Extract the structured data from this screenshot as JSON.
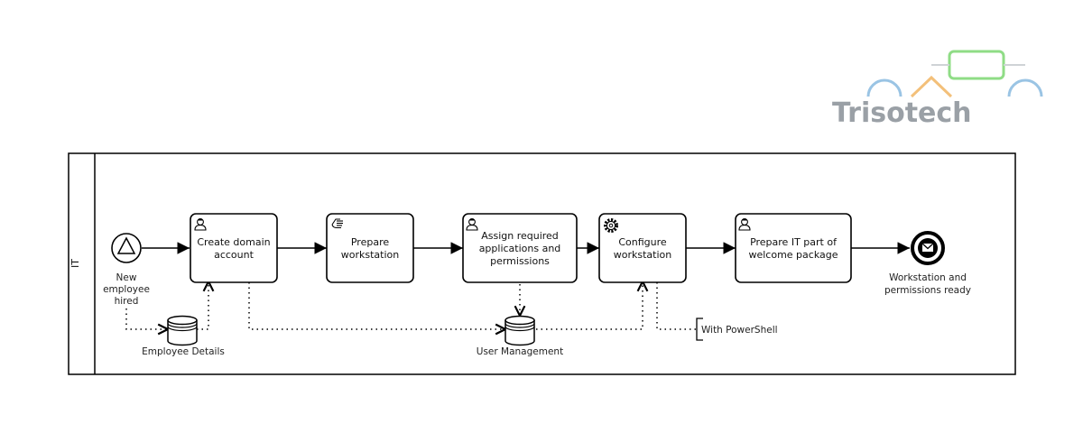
{
  "logo": {
    "text": "Trisotech",
    "colors": {
      "gray": "#9aa0a6",
      "blue": "#9ac4e4",
      "green": "#8fdc86",
      "orange": "#f3c07a"
    }
  },
  "pool": {
    "lane_label": "IT"
  },
  "events": {
    "start": {
      "label": [
        "New",
        "employee",
        "hired"
      ],
      "icon": "triangle-signal-icon"
    },
    "end": {
      "label": [
        "Workstation and",
        "permissions ready"
      ],
      "icon": "envelope-icon"
    }
  },
  "tasks": [
    {
      "id": "create-domain-account",
      "type": "user",
      "icon": "user-icon",
      "lines": [
        "Create domain",
        "account"
      ]
    },
    {
      "id": "prepare-workstation",
      "type": "manual",
      "icon": "hand-icon",
      "lines": [
        "Prepare",
        "workstation"
      ]
    },
    {
      "id": "assign-applications",
      "type": "user",
      "icon": "user-icon",
      "lines": [
        "Assign required",
        "applications and",
        "permissions"
      ]
    },
    {
      "id": "configure-workstation",
      "type": "service",
      "icon": "gear-icon",
      "lines": [
        "Configure",
        "workstation"
      ]
    },
    {
      "id": "prepare-it-welcome",
      "type": "user",
      "icon": "user-icon",
      "lines": [
        "Prepare IT part of",
        "welcome package"
      ]
    }
  ],
  "datastores": [
    {
      "id": "employee-details",
      "label": "Employee Details"
    },
    {
      "id": "user-management",
      "label": "User Management"
    }
  ],
  "annotation": {
    "text": "With PowerShell"
  }
}
